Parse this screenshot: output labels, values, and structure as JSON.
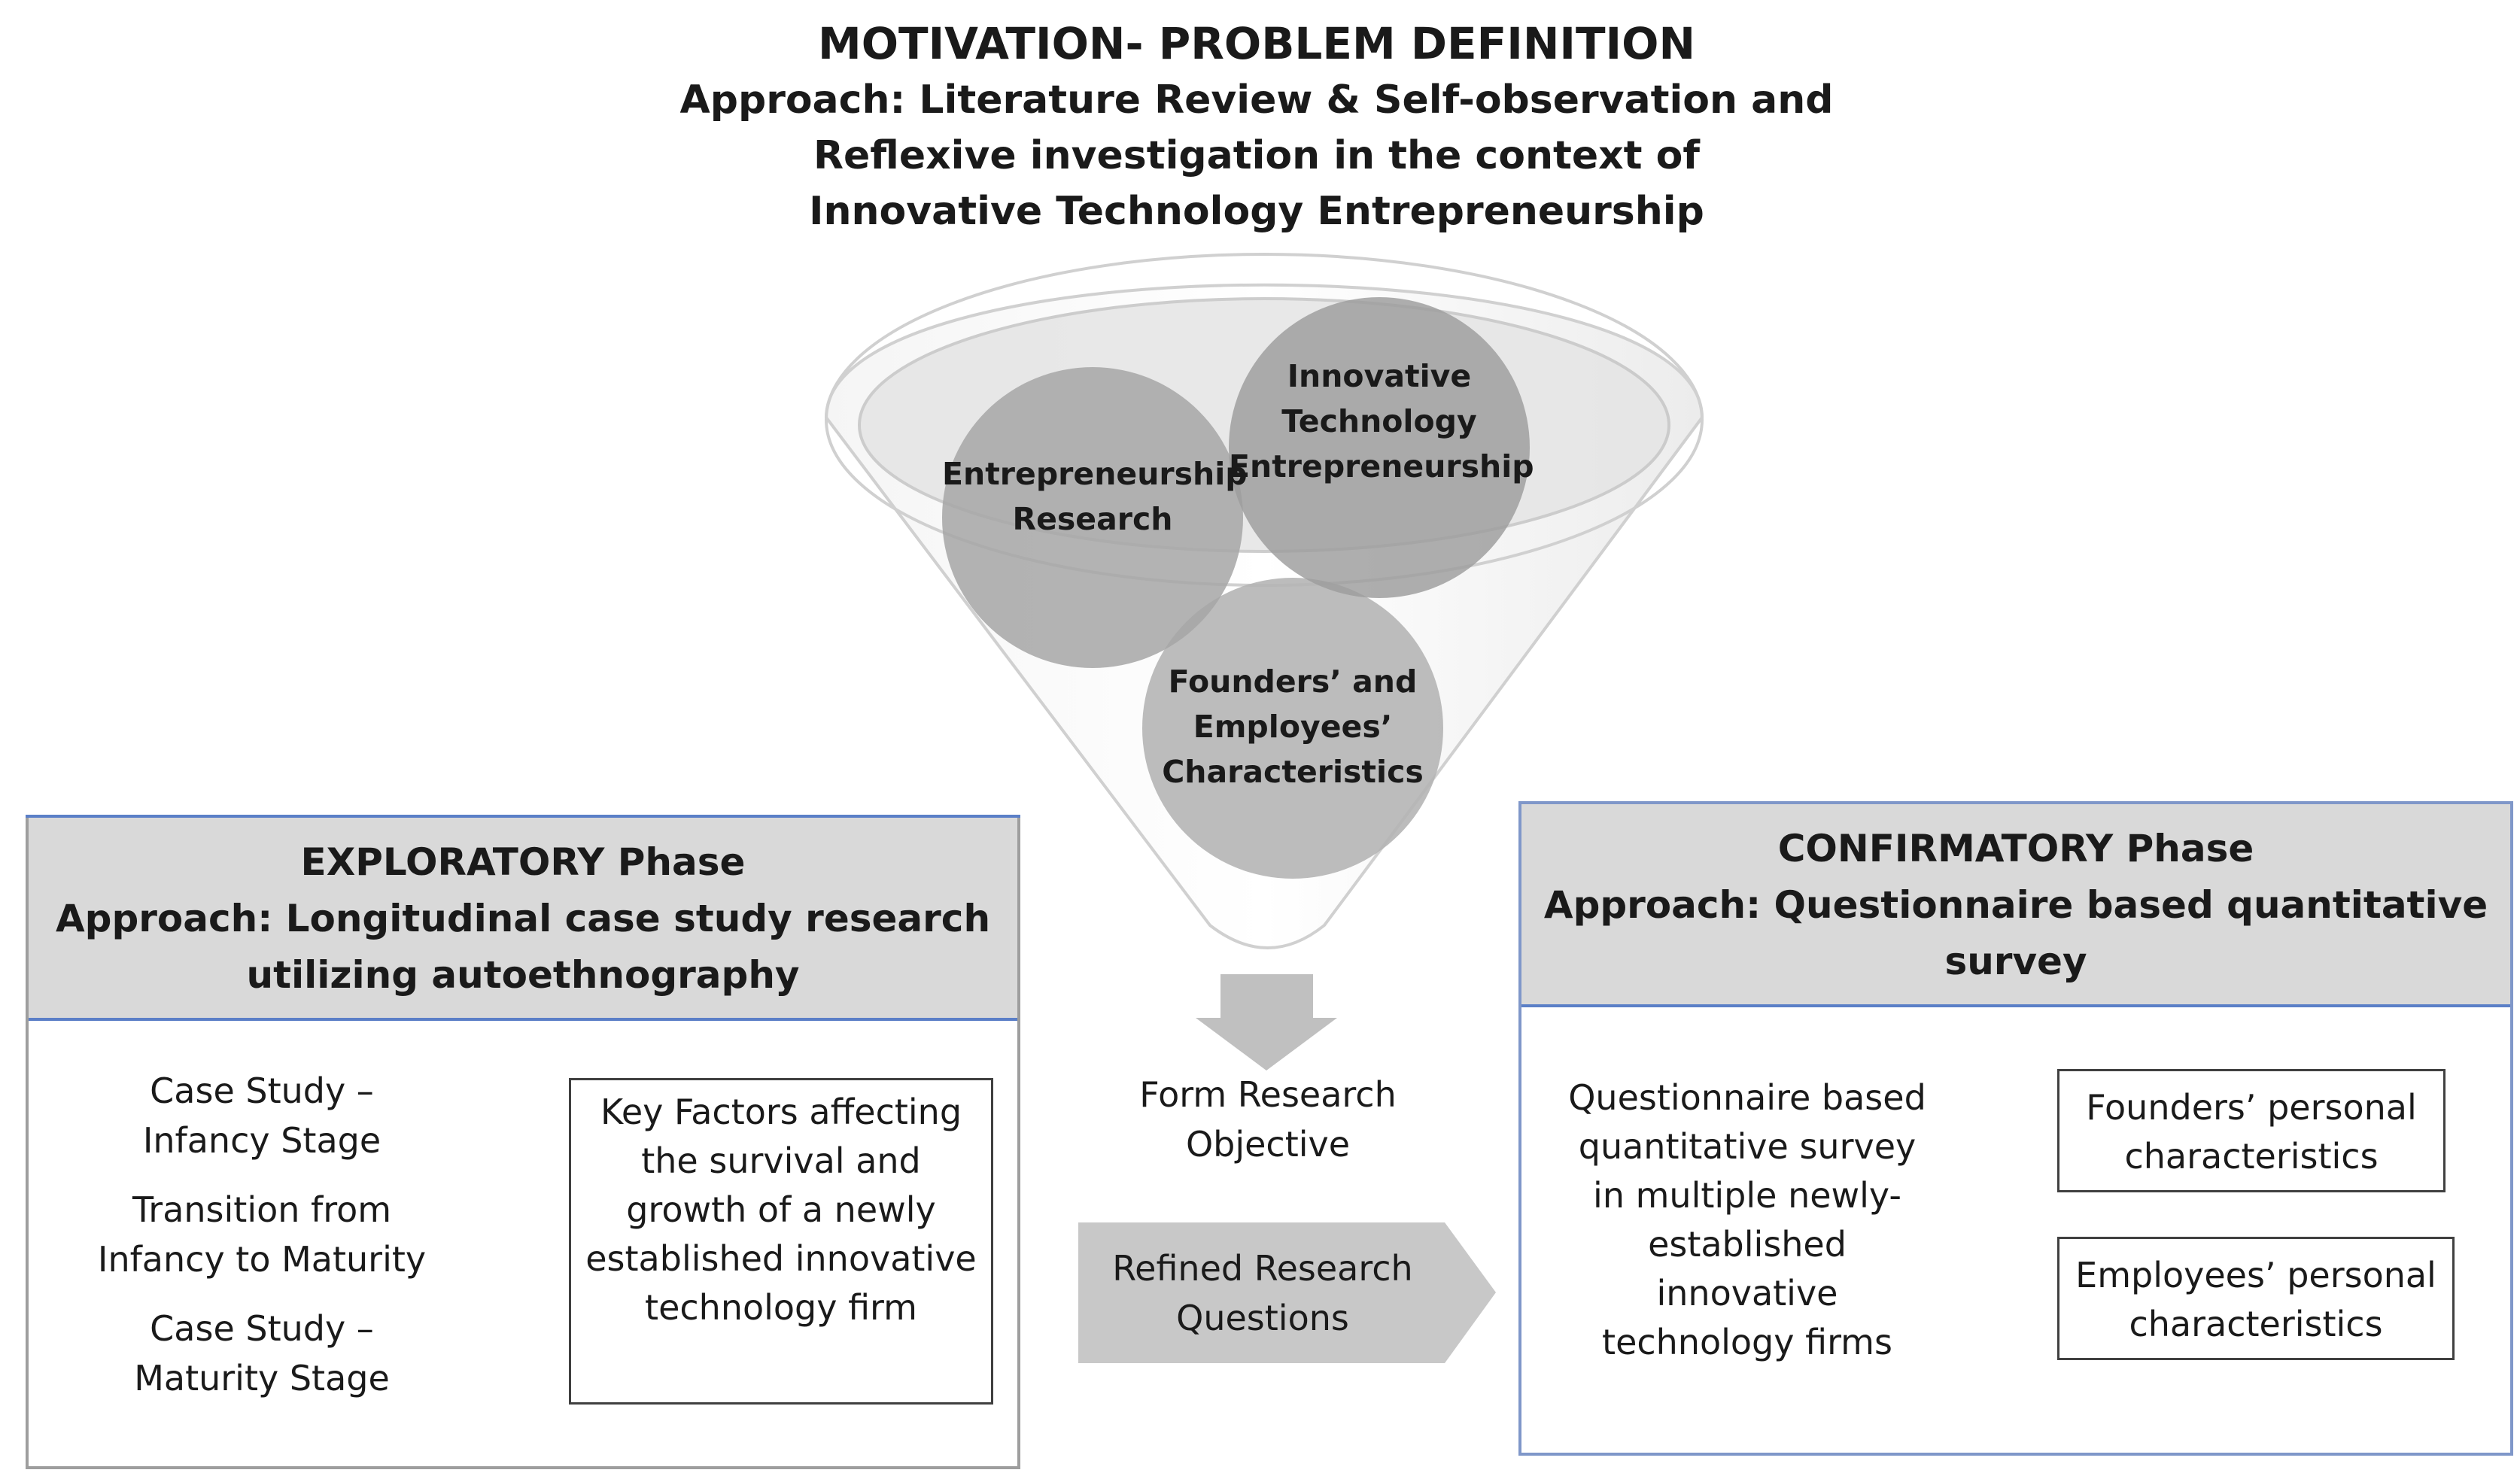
{
  "header": {
    "title": "MOTIVATION- PROBLEM DEFINITION",
    "approach_line1": "Approach: Literature Review & Self-observation and",
    "approach_line2": "Reflexive investigation in the context of",
    "approach_line3": "Innovative Technology Entrepreneurship"
  },
  "funnel": {
    "circles": [
      {
        "line1": "Entrepreneurship",
        "line2": "Research"
      },
      {
        "line1": "Innovative",
        "line2": "Technology",
        "line3": "Entrepreneurship"
      },
      {
        "line1": "Founders’ and",
        "line2": "Employees’",
        "line3": "Characteristics"
      }
    ],
    "arrow_label_line1": "Form Research",
    "arrow_label_line2": "Objective",
    "pentagon_label_line1": "Refined Research",
    "pentagon_label_line2": "Questions"
  },
  "exploratory": {
    "head_line1": "EXPLORATORY Phase",
    "head_line2": "Approach: Longitudinal case study research",
    "head_line3": "utilizing autoethnography",
    "items": [
      {
        "line1": "Case Study –",
        "line2": "Infancy Stage"
      },
      {
        "line1": "Transition from",
        "line2": "Infancy to Maturity"
      },
      {
        "line1": "Case Study –",
        "line2": "Maturity Stage"
      }
    ],
    "result_line1": "Key Factors affecting",
    "result_line2": "the survival and",
    "result_line3": "growth of a newly",
    "result_line4": "established innovative",
    "result_line5": "technology firm"
  },
  "confirmatory": {
    "head_line1": "CONFIRMATORY Phase",
    "head_line2": "Approach: Questionnaire based quantitative",
    "head_line3": "survey",
    "desc_line1": "Questionnaire based",
    "desc_line2": "quantitative survey",
    "desc_line3": "in multiple newly-",
    "desc_line4": "established",
    "desc_line5": "innovative",
    "desc_line6": "technology firms",
    "result1_line1": "Founders’ personal",
    "result1_line2": "characteristics",
    "result2_line1": "Employees’ personal",
    "result2_line2": "characteristics"
  },
  "colors": {
    "circle_fill": "#b3b3b3",
    "header_fill": "#d9d9d9",
    "accent_blue": "#5b7fc7",
    "arrow_fill": "#c0c0c0"
  }
}
